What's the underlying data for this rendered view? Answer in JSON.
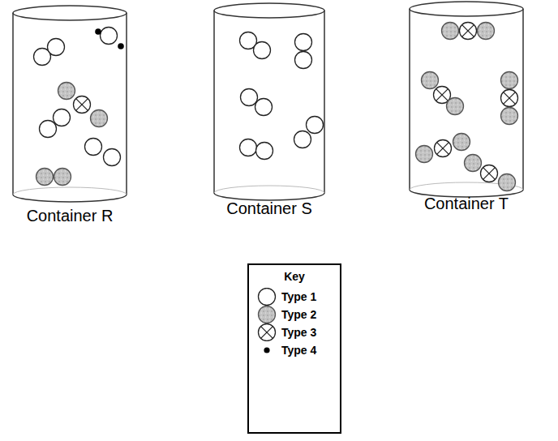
{
  "diagram": {
    "nodes": [
      {
        "text": [
          "Container R"
        ]
      },
      {
        "text": [
          "Container S"
        ]
      },
      {
        "text": [
          "Container T"
        ]
      },
      {
        "text": [
          "Key"
        ]
      }
    ],
    "legend": [
      {
        "text": "Type 1"
      },
      {
        "text": "Type 2"
      },
      {
        "text": "Type 3"
      },
      {
        "text": "Type 4"
      }
    ]
  }
}
